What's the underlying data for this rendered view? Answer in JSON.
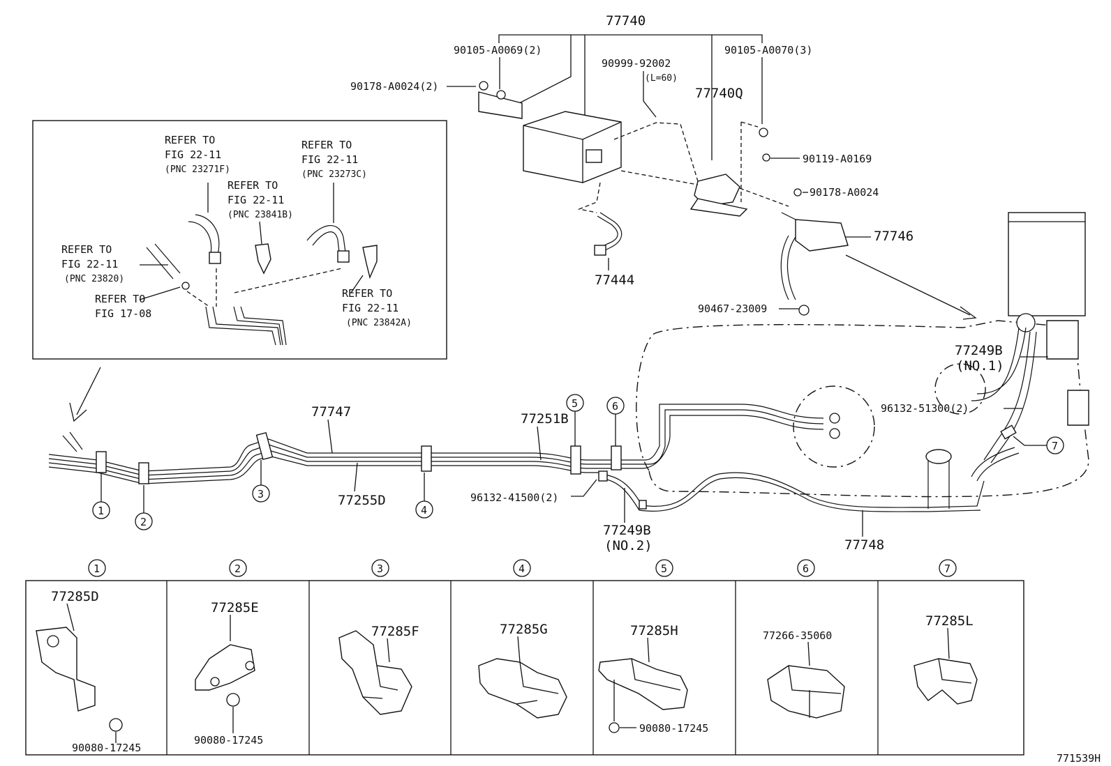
{
  "labels": {
    "p77740": "77740",
    "p90105a0069": "90105-A0069(2)",
    "p90105a0070": "90105-A0070(3)",
    "p90178a0024x2": "90178-A0024(2)",
    "p90999": "90999-92002",
    "pL60": "(L=60)",
    "p77740q": "77740Q",
    "p90119": "90119-A0169",
    "p90178a0024": "90178-A0024",
    "p77746": "77746",
    "p77444": "77444",
    "p90467": "90467-23009",
    "p77249b1": "77249B",
    "pno1": "(NO.1)",
    "p96132_51300": "96132-51300(2)",
    "p77747": "77747",
    "p77251b": "77251B",
    "p77255d": "77255D",
    "p96132_41500": "96132-41500(2)",
    "p77249b2": "77249B",
    "pno2": "(NO.2)",
    "p77748": "77748",
    "figcode": "771539H"
  },
  "inset": {
    "r1a": "REFER TO",
    "r1b": "FIG 22-11",
    "r1c": "(PNC 23271F)",
    "r2a": "REFER TO",
    "r2b": "FIG 22-11",
    "r2c": "(PNC 23841B)",
    "r3a": "REFER TO",
    "r3b": "FIG 22-11",
    "r3c": "(PNC 23273C)",
    "r4a": "REFER TO",
    "r4b": "FIG 22-11",
    "r4c": "(PNC 23820)",
    "r5a": "REFER TO",
    "r5b": "FIG 17-08",
    "r6a": "REFER TO",
    "r6b": "FIG 22-11",
    "r6c": "(PNC 23842A)"
  },
  "callouts": [
    "1",
    "2",
    "3",
    "4",
    "5",
    "6",
    "7"
  ],
  "detail_boxes": [
    {
      "num": "1",
      "part": "77285D",
      "fastener": "90080-17245"
    },
    {
      "num": "2",
      "part": "77285E",
      "fastener": "90080-17245"
    },
    {
      "num": "3",
      "part": "77285F",
      "fastener": ""
    },
    {
      "num": "4",
      "part": "77285G",
      "fastener": ""
    },
    {
      "num": "5",
      "part": "77285H",
      "fastener": "90080-17245"
    },
    {
      "num": "6",
      "part": "77266-35060",
      "fastener": ""
    },
    {
      "num": "7",
      "part": "77285L",
      "fastener": ""
    }
  ]
}
